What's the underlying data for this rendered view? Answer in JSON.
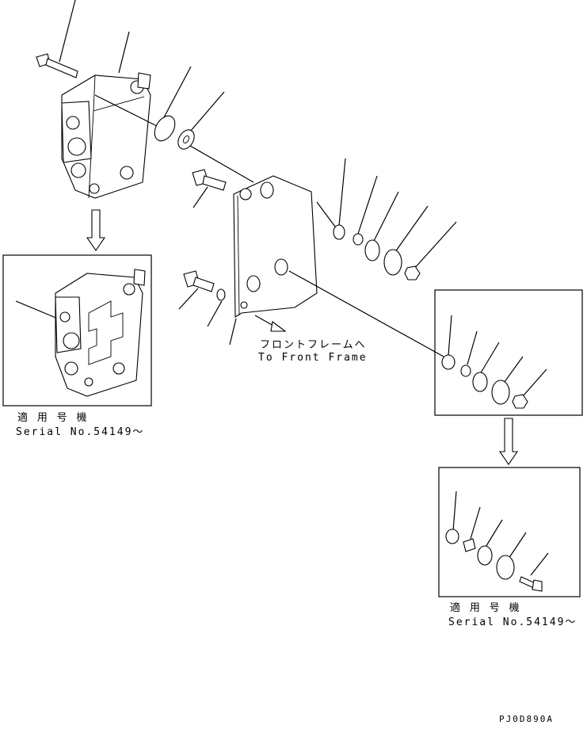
{
  "labels": {
    "front_frame_jp": "フロントフレームへ",
    "front_frame_en": "To Front Frame",
    "applicable_left": "適 用 号 機",
    "serial_left": "Serial No.54149～",
    "applicable_right": "適 用 号 機",
    "serial_right": "Serial No.54149～",
    "drawing_code": "PJ0D890A"
  }
}
